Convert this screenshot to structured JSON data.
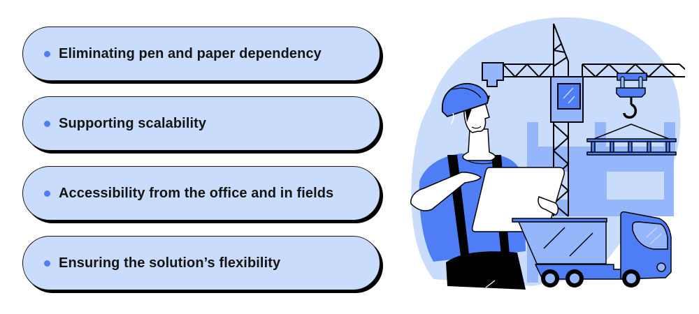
{
  "benefits": {
    "items": [
      {
        "label": "Eliminating pen and paper dependency"
      },
      {
        "label": "Supporting scalability"
      },
      {
        "label": "Accessibility from the office and in fields"
      },
      {
        "label": "Ensuring the solution’s flexibility"
      }
    ]
  },
  "illustration": {
    "subject": "construction-worker-with-tablet-crane-and-dump-truck",
    "colors": {
      "blob": "#cadcfc",
      "mid_blue": "#95b6fb",
      "accent_blue": "#4f7df5",
      "outline": "#000000",
      "white": "#ffffff"
    }
  },
  "colors": {
    "card_background": "#cadcfc",
    "bullet": "#4f7df5",
    "text": "#141414",
    "shadow": "#000000"
  }
}
